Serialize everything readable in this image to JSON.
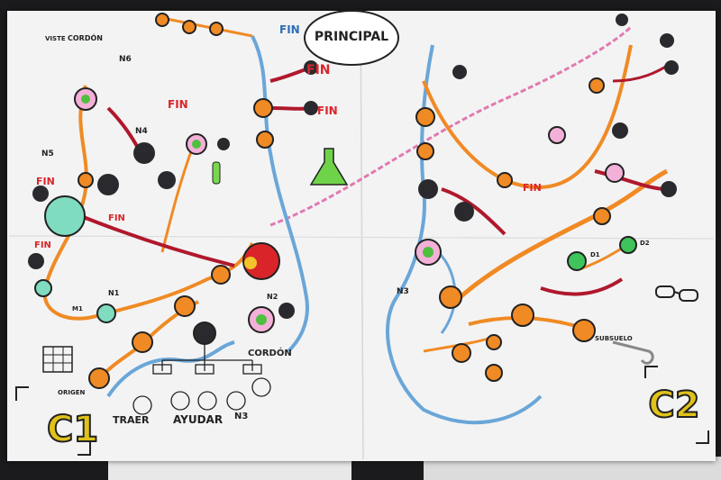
{
  "photo": {
    "labels": {
      "c1": "C1",
      "c2": "C2",
      "principal": "PRINCIPAL",
      "fin": "FIN",
      "traer": "TRAER",
      "ayudar": "AYUDAR",
      "cordon": "CORDÓN",
      "cordon_top": "CORDÓN",
      "viste": "VISTE",
      "n6": "N6",
      "n5": "N5",
      "n4": "N4",
      "n3": "N3",
      "n2": "N2",
      "n1": "N1",
      "d1": "D1",
      "d2": "D2",
      "m1": "M1",
      "origen": "ORIGEN",
      "subsuelo": "SUBSUELO"
    }
  }
}
